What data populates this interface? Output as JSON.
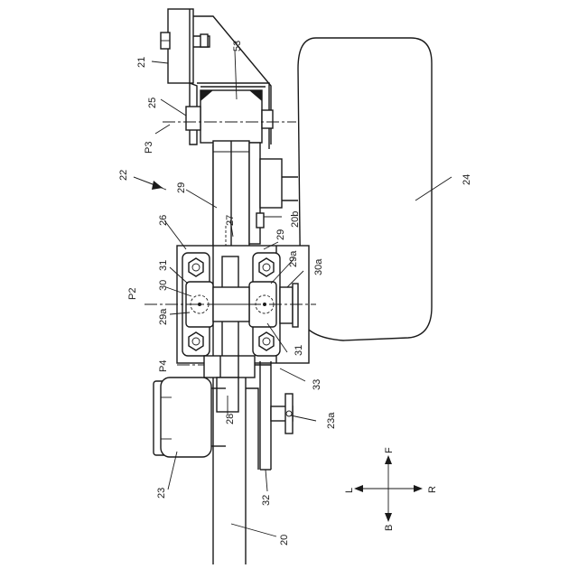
{
  "figure": {
    "labels": {
      "l21": "21",
      "l53": "53",
      "l25": "25",
      "lP3": "P3",
      "l22": "22",
      "l24": "24",
      "l29": "29",
      "l27": "27",
      "l26": "26",
      "l20b": "20b",
      "l29b": "29",
      "l31": "31",
      "l29a": "29a",
      "l30": "30",
      "l30a": "30a",
      "lP2": "P2",
      "l29a2": "29a",
      "l31b": "31",
      "lP4": "P4",
      "l33": "33",
      "l28": "28",
      "l23a": "23a",
      "l23": "23",
      "l32": "32",
      "l20": "20"
    },
    "compass": {
      "forward": "F",
      "back": "B",
      "left": "L",
      "right": "R"
    }
  }
}
